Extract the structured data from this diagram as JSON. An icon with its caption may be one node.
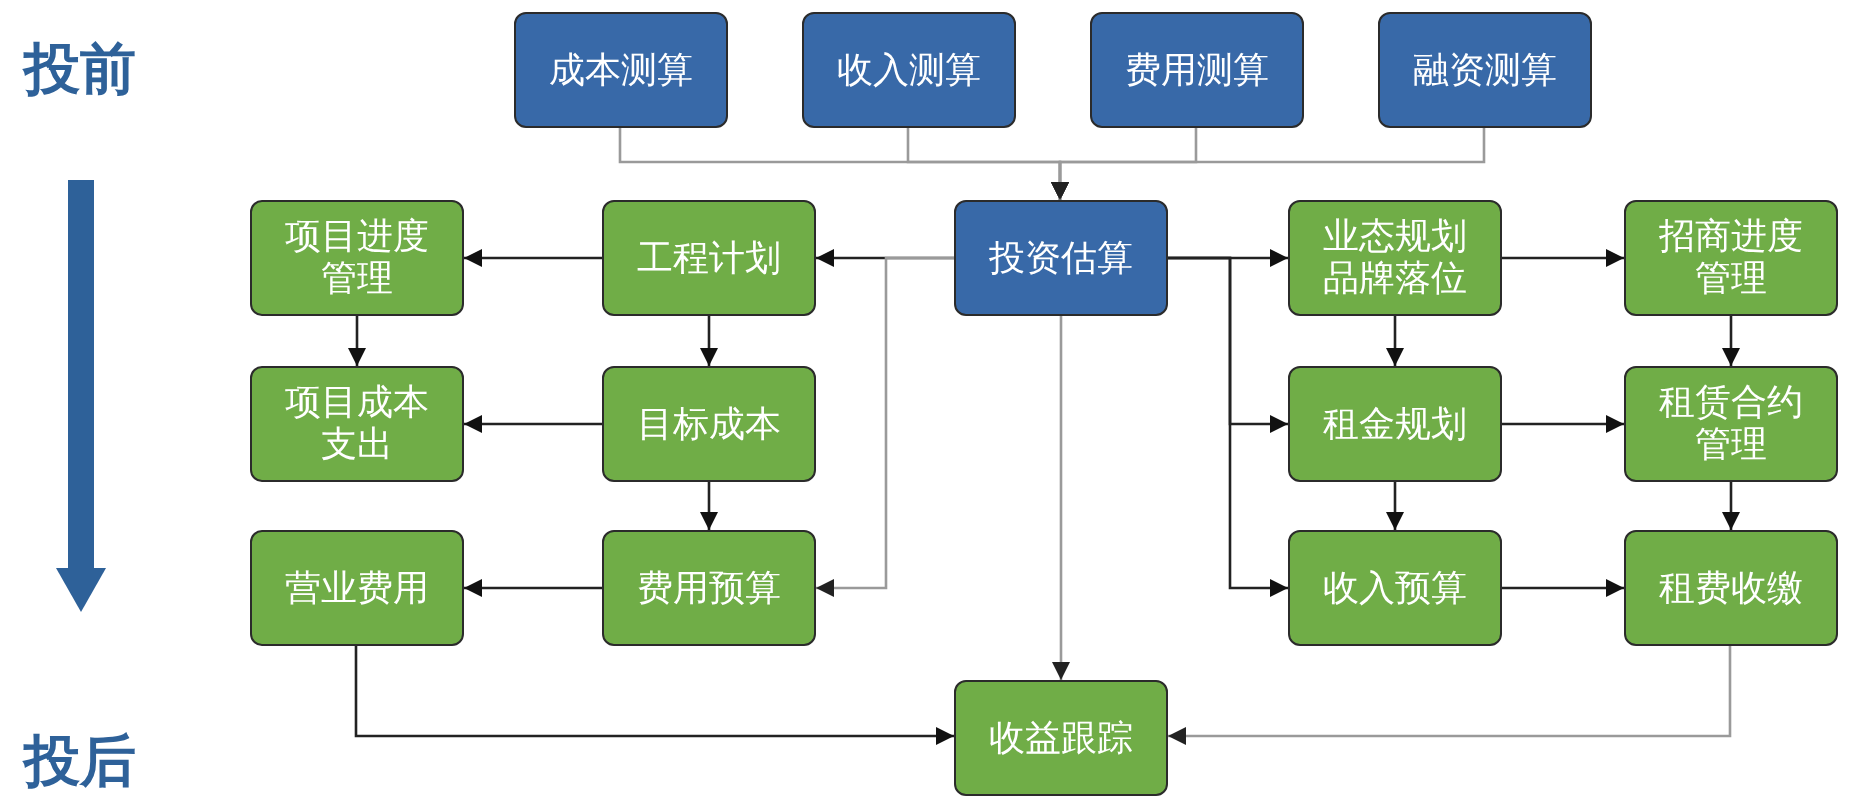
{
  "diagram": {
    "nodes": [
      {
        "text": [
          "成本测算"
        ]
      },
      {
        "text": [
          "收入测算"
        ]
      },
      {
        "text": [
          "费用测算"
        ]
      },
      {
        "text": [
          "融资测算"
        ]
      },
      {
        "text": [
          "项目进度管理"
        ]
      },
      {
        "text": [
          "工程计划"
        ]
      },
      {
        "text": [
          "投资估算"
        ]
      },
      {
        "text": [
          "业态规划品牌落位"
        ]
      },
      {
        "text": [
          "招商进度管理"
        ]
      },
      {
        "text": [
          "项目成本支出"
        ]
      },
      {
        "text": [
          "目标成本"
        ]
      },
      {
        "text": [
          "租金规划"
        ]
      },
      {
        "text": [
          "租赁合约管理"
        ]
      },
      {
        "text": [
          "营业费用"
        ]
      },
      {
        "text": [
          "费用预算"
        ]
      },
      {
        "text": [
          "收入预算"
        ]
      },
      {
        "text": [
          "租费收缴"
        ]
      },
      {
        "text": [
          "收益跟踪"
        ]
      }
    ],
    "edges": [
      {
        "from": 0,
        "to": 6,
        "arrow": "to",
        "color": "#9a9a9a"
      },
      {
        "from": 1,
        "to": 6,
        "arrow": "to",
        "color": "#9a9a9a"
      },
      {
        "from": 2,
        "to": 6,
        "arrow": "to",
        "color": "#9a9a9a"
      },
      {
        "from": 3,
        "to": 6,
        "arrow": "to",
        "color": "#9a9a9a"
      },
      {
        "from": 6,
        "to": 5,
        "arrow": "to"
      },
      {
        "from": 6,
        "to": 14,
        "arrow": "to",
        "color": "#9a9a9a"
      },
      {
        "from": 5,
        "to": 4,
        "arrow": "to"
      },
      {
        "from": 4,
        "to": 9,
        "arrow": "to"
      },
      {
        "from": 5,
        "to": 10,
        "arrow": "to"
      },
      {
        "from": 10,
        "to": 9,
        "arrow": "to"
      },
      {
        "from": 10,
        "to": 14,
        "arrow": "to"
      },
      {
        "from": 14,
        "to": 13,
        "arrow": "to"
      },
      {
        "from": 13,
        "to": 17,
        "arrow": "to"
      },
      {
        "from": 6,
        "to": 17,
        "arrow": "to",
        "color": "#9a9a9a"
      },
      {
        "from": 6,
        "to": 7,
        "arrow": "to"
      },
      {
        "from": 6,
        "to": 11,
        "arrow": "to"
      },
      {
        "from": 6,
        "to": 15,
        "arrow": "to"
      },
      {
        "from": 7,
        "to": 8,
        "arrow": "to"
      },
      {
        "from": 7,
        "to": 11,
        "arrow": "to"
      },
      {
        "from": 8,
        "to": 12,
        "arrow": "to"
      },
      {
        "from": 11,
        "to": 12,
        "arrow": "to"
      },
      {
        "from": 11,
        "to": 15,
        "arrow": "to"
      },
      {
        "from": 12,
        "to": 16,
        "arrow": "to"
      },
      {
        "from": 15,
        "to": 16,
        "arrow": "to"
      },
      {
        "from": 16,
        "to": 17,
        "arrow": "to",
        "color": "#9a9a9a"
      }
    ],
    "labels": [
      "投前",
      "投后"
    ]
  }
}
